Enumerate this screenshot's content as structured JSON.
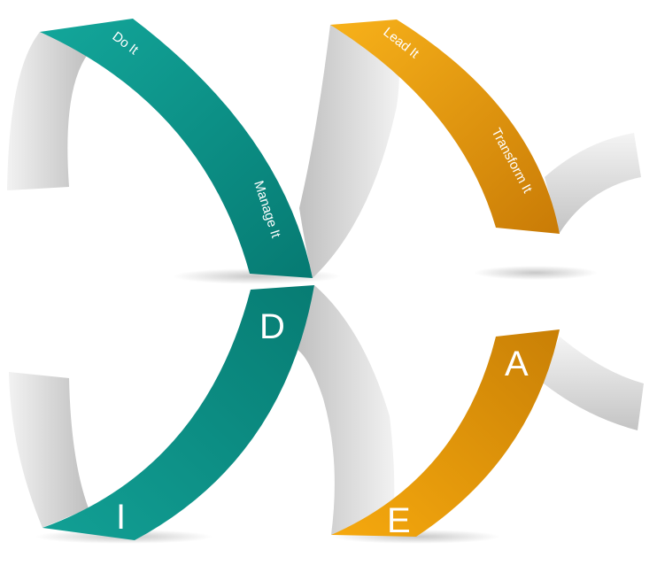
{
  "colors": {
    "teal": "#0e9188",
    "teal_dark": "#067a72",
    "orange": "#f0a10c",
    "orange_dark": "#c97b06",
    "gray_light": "#f2f2f2",
    "gray_dark": "#bdbdbd"
  },
  "top_labels": {
    "do_it": "Do It",
    "manage_it": "Manage It",
    "lead_it": "Lead It",
    "transform_it": "Transform It"
  },
  "letters": {
    "d": "D",
    "i": "I",
    "a": "A",
    "e": "E"
  }
}
